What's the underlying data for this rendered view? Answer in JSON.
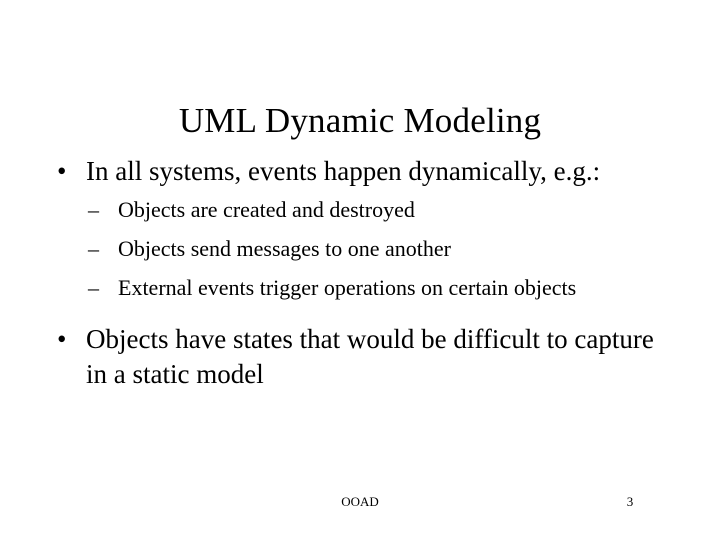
{
  "slide": {
    "title": "UML Dynamic Modeling",
    "background_color": "#ffffff",
    "text_color": "#000000",
    "bullets": [
      {
        "marker": "•",
        "text": "In all systems, events happen dynamically, e.g.:",
        "sub_bullets": [
          {
            "marker": "–",
            "text": "Objects are created and destroyed"
          },
          {
            "marker": "–",
            "text": "Objects send messages to one another"
          },
          {
            "marker": "–",
            "text": "External events trigger operations on certain objects"
          }
        ]
      },
      {
        "marker": "•",
        "text": "Objects have states that would be difficult to capture in a static model",
        "sub_bullets": []
      }
    ]
  },
  "footer": {
    "course_label": "OOAD",
    "page_number": "3"
  }
}
